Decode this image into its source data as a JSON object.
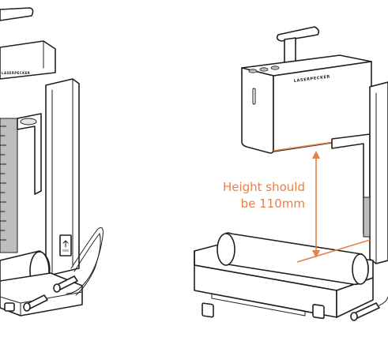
{
  "annotation": {
    "line1": "Height should",
    "line2": "be 110mm",
    "color": "#e8804a"
  },
  "brand": {
    "right_device": "LASERPECKER",
    "left_device": "LASERPECKER"
  },
  "icons": {
    "power_button": "power-button-icon",
    "usb_port": "usb-port-icon"
  }
}
